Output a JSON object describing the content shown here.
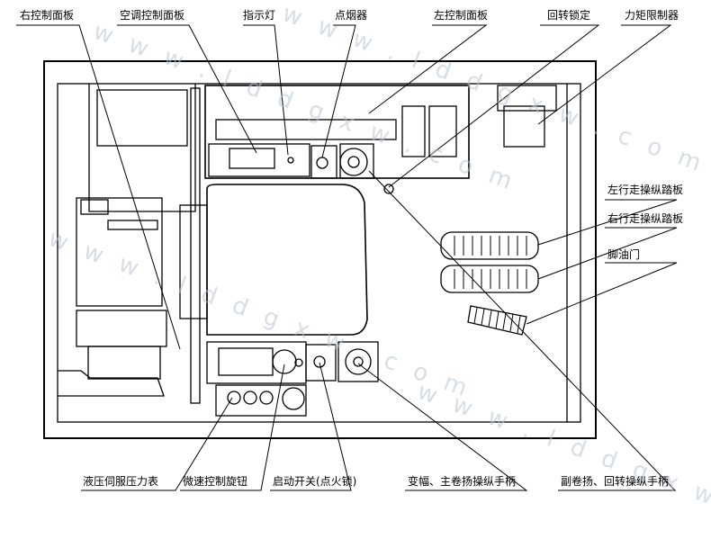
{
  "labels": {
    "right_control_panel": "右控制面板",
    "ac_control_panel": "空调控制面板",
    "indicator_light": "指示灯",
    "cigarette_lighter": "点烟器",
    "left_control_panel": "左控制面板",
    "swing_lock": "回转锁定",
    "torque_limiter": "力矩限制器",
    "left_travel_pedal": "左行走操纵踏板",
    "right_travel_pedal": "右行走操纵踏板",
    "throttle_pedal": "脚油门",
    "hydraulic_servo_gauge": "液压伺服压力表",
    "fine_control_knob": "微速控制旋钮",
    "start_switch": "启动开关(点火锁)",
    "luffing_main_winch_handle": "变幅、主卷扬操纵手柄",
    "aux_winch_swing_handle": "副卷扬、回转操纵手柄"
  },
  "watermarks": [
    "w w w . l d d g x w . c o m",
    "w w w . l d d g x w . c o m",
    "w w w . l d d g x w . c o m",
    "w w w . l d d g x w . c o m"
  ],
  "colors": {
    "line": "#000000",
    "watermark": "#b8c4d0",
    "background": "#ffffff"
  }
}
